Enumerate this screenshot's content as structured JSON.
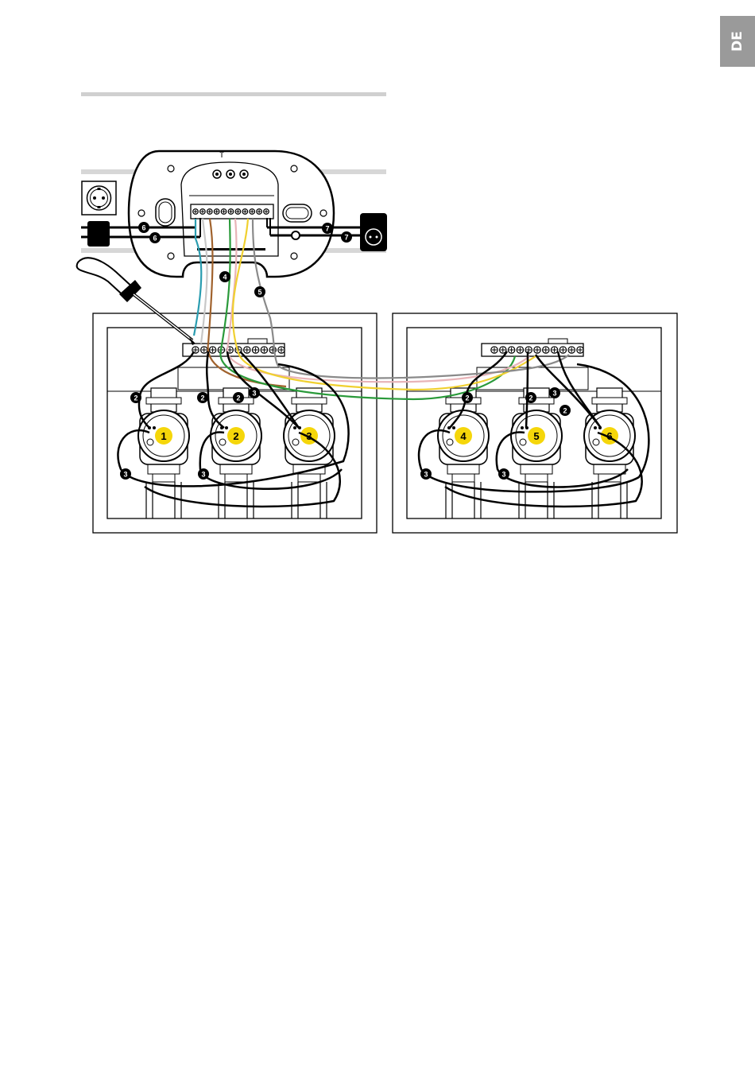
{
  "language_tab": {
    "label": "DE"
  },
  "controller": {
    "up_arrow": "↑"
  },
  "valves": {
    "labels": [
      "1",
      "2",
      "3",
      "4",
      "5",
      "6"
    ]
  },
  "callouts": {
    "c2": "2",
    "c3": "3",
    "c4": "4",
    "c5": "5",
    "c6": "6",
    "c7": "7"
  },
  "colors": {
    "cyan_wire": "#2a9db0",
    "white_wire": "#c8c8c8",
    "brown_wire": "#a0622d",
    "green_wire": "#2a9a3a",
    "pink_wire": "#e8b4b8",
    "yellow_wire": "#f0d030",
    "grey_wire": "#8a8a8a",
    "valve_label_fill": "#f5d60a",
    "tab_grey": "#9a9a9a"
  },
  "icons": [
    "screwdriver-icon",
    "wall-socket-icon",
    "plug-icon",
    "power-adapter-icon"
  ]
}
